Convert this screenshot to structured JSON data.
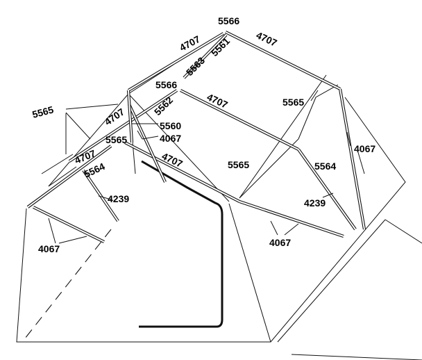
{
  "diagram": {
    "labels": {
      "top_5566": "5566",
      "top_left_4707": "4707",
      "top_right_4707": "4707",
      "top_5561": "5561",
      "top_5563": "5563",
      "mid_5566": "5566",
      "mid_5562": "5562",
      "mid_4707_right": "4707",
      "mid_4707_left": "4707",
      "right_5565": "5565",
      "left_5565": "5565",
      "center_5560": "5560",
      "center_4067": "4067",
      "center_5565": "5565",
      "left_4707_low": "4707",
      "center_4707": "4707",
      "left_5564": "5564",
      "front_5565": "5565",
      "right_5564": "5564",
      "right_4067": "4067",
      "left_4239": "4239",
      "right_4239": "4239",
      "bottom_right_4067": "4067",
      "bottom_left_4067": "4067"
    }
  }
}
